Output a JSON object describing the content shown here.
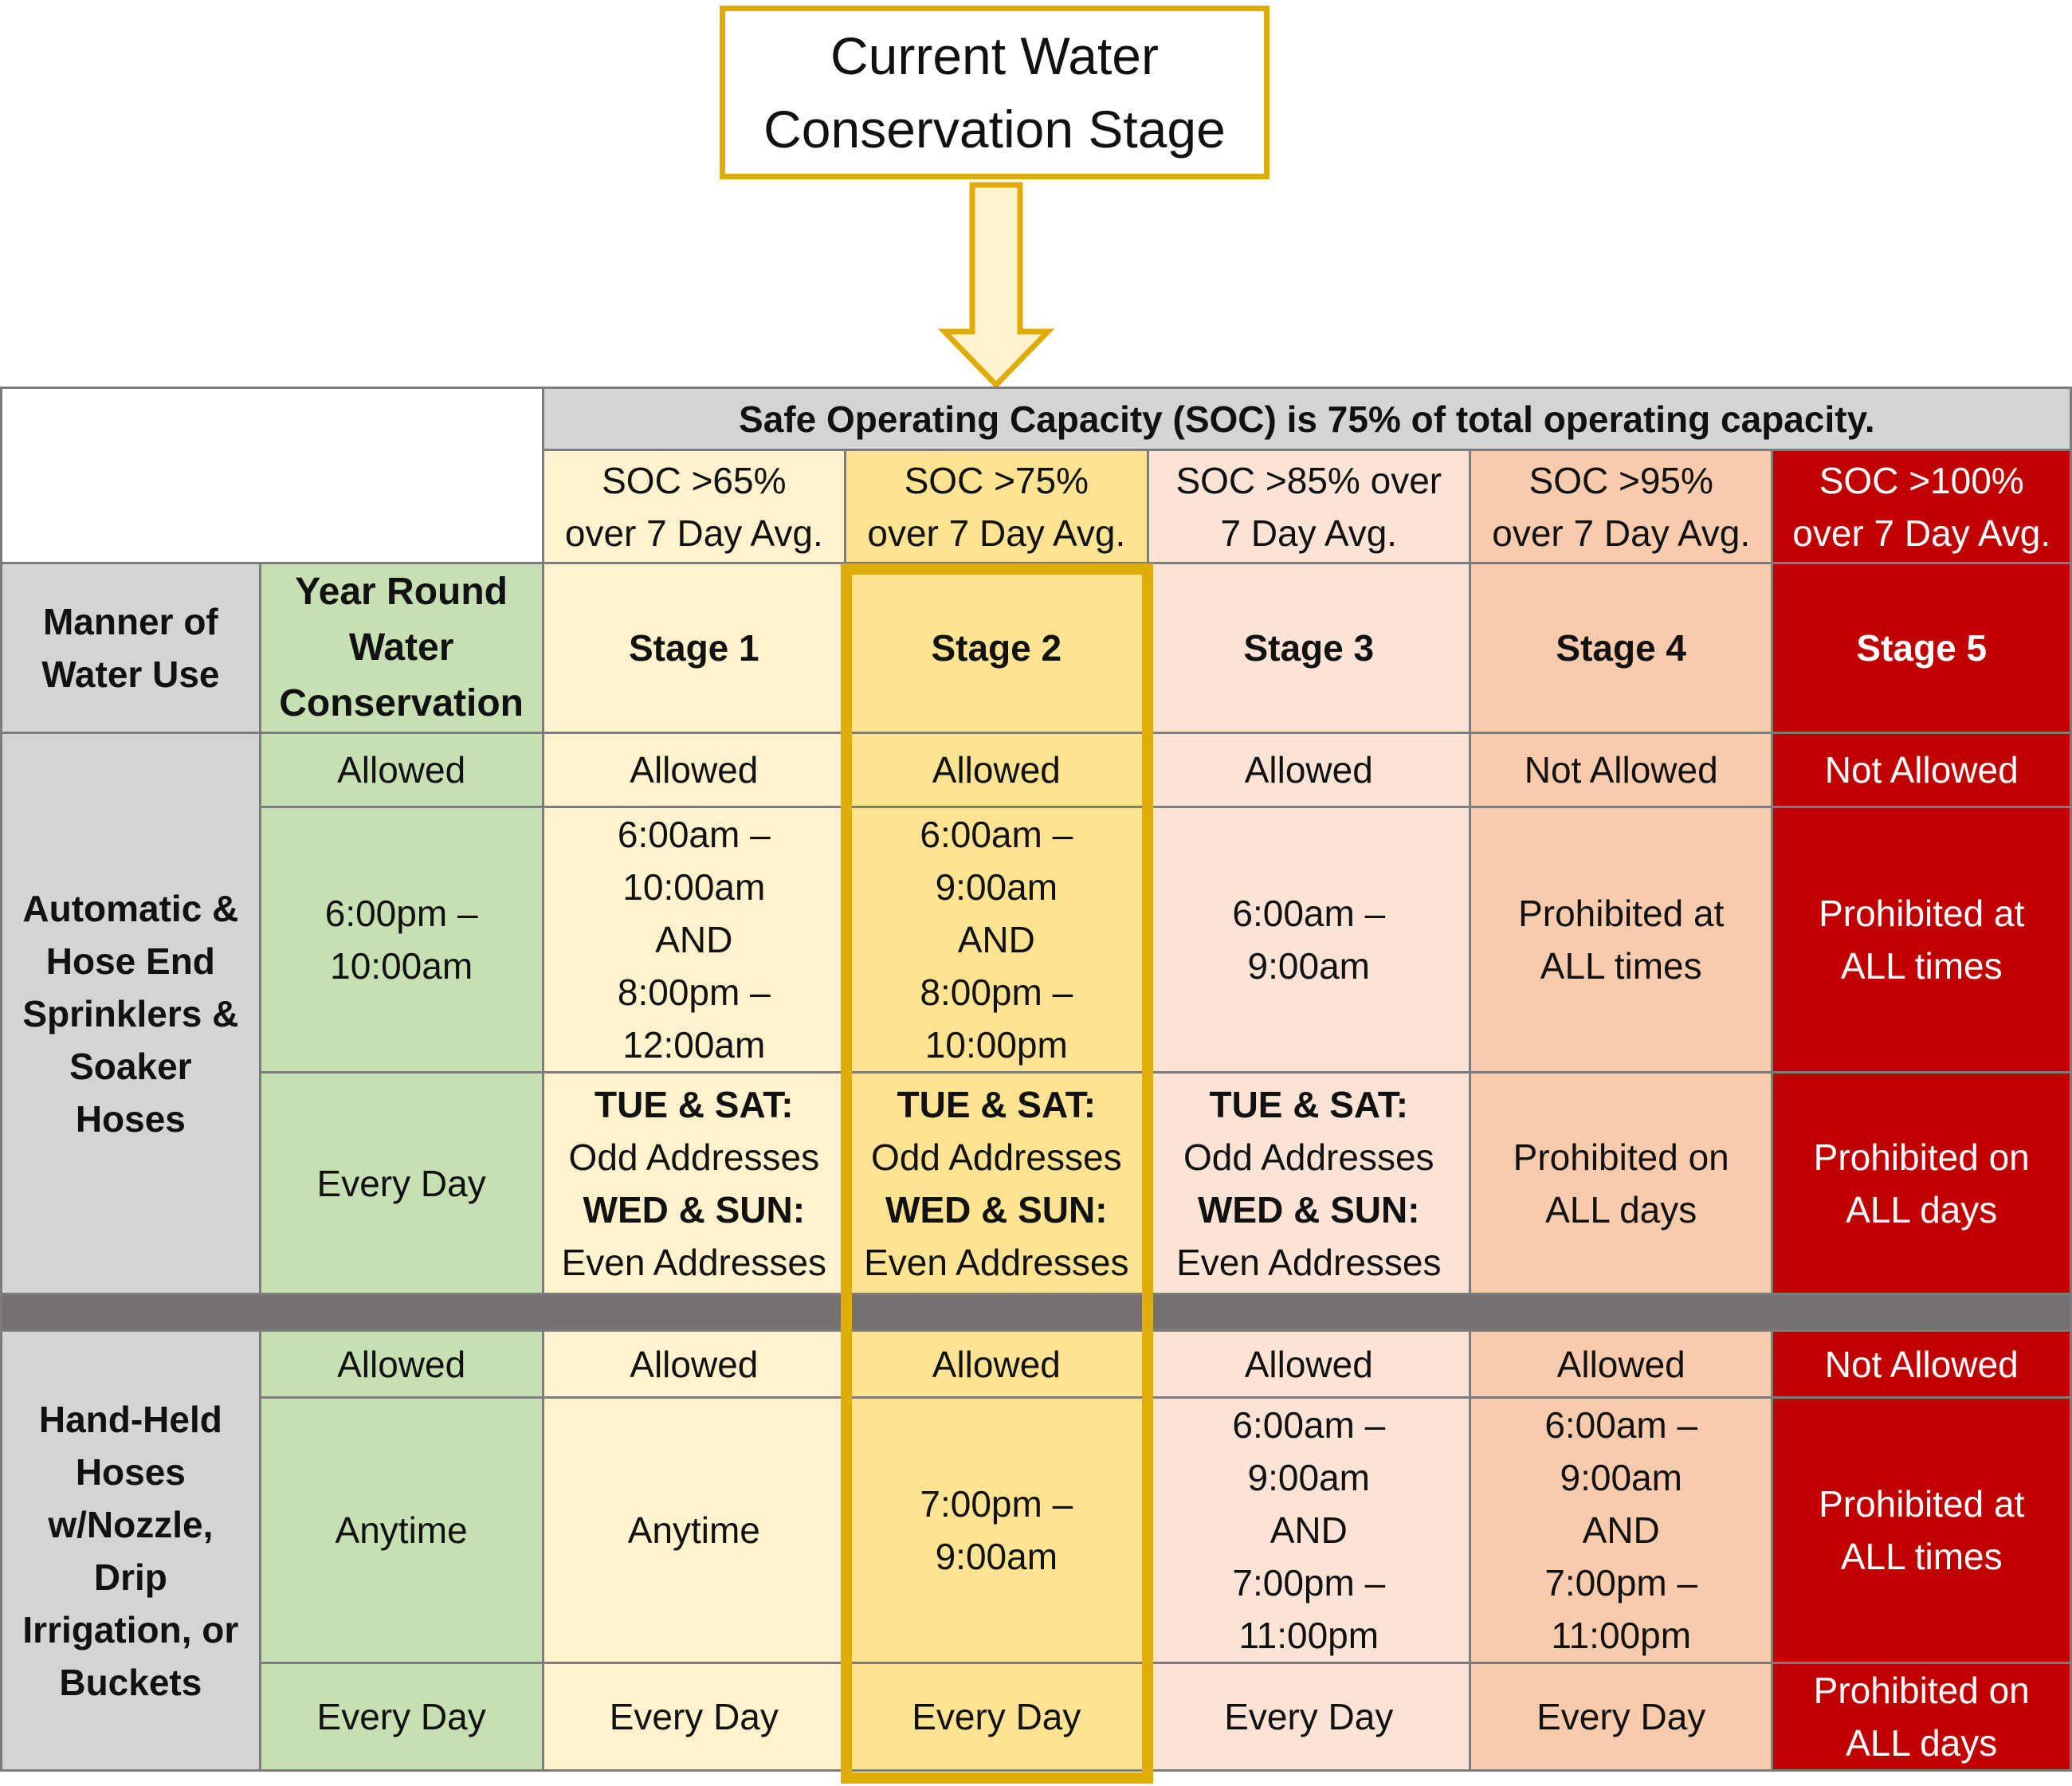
{
  "callout": {
    "line1": "Current Water",
    "line2": "Conservation Stage"
  },
  "header": {
    "soc_note": "Safe Operating Capacity (SOC) is 75% of total operating capacity."
  },
  "thresholds": {
    "s1": {
      "line1": "SOC >65%",
      "line2": "over 7 Day Avg."
    },
    "s2": {
      "line1": "SOC >75%",
      "line2": "over 7 Day Avg."
    },
    "s3": {
      "line1": "SOC >85% over",
      "line2": "7 Day Avg."
    },
    "s4": {
      "line1": "SOC >95%",
      "line2": "over 7 Day Avg."
    },
    "s5": {
      "line1": "SOC >100%",
      "line2": "over 7 Day Avg."
    }
  },
  "columns": {
    "manner": {
      "line1": "Manner of",
      "line2": "Water Use"
    },
    "year_round": {
      "line1": "Year Round",
      "line2": "Water",
      "line3": "Conservation"
    },
    "stages": [
      "Stage 1",
      "Stage 2",
      "Stage 3",
      "Stage 4",
      "Stage 5"
    ]
  },
  "sprinklers": {
    "category": {
      "l1": "Automatic &",
      "l2": "Hose End",
      "l3": "Sprinklers &",
      "l4": "Soaker",
      "l5": "Hoses"
    },
    "allowed": [
      "Allowed",
      "Allowed",
      "Allowed",
      "Allowed",
      "Not Allowed",
      "Not Allowed"
    ],
    "hours": {
      "year": {
        "l1": "6:00pm –",
        "l2": "10:00am"
      },
      "s1": {
        "l1": "6:00am –",
        "l2": "10:00am",
        "l3": "AND",
        "l4": "8:00pm –",
        "l5": "12:00am"
      },
      "s2": {
        "l1": "6:00am –",
        "l2": "9:00am",
        "l3": "AND",
        "l4": "8:00pm –",
        "l5": "10:00pm"
      },
      "s3": {
        "l1": "6:00am –",
        "l2": "9:00am"
      },
      "s4": {
        "l1": "Prohibited at",
        "l2": "ALL times"
      },
      "s5": {
        "l1": "Prohibited at",
        "l2": "ALL times"
      }
    },
    "days": {
      "year": "Every Day",
      "odd_label": "TUE & SAT:",
      "odd_value": "Odd Addresses",
      "even_label": "WED & SUN:",
      "even_value": "Even Addresses",
      "s4": {
        "l1": "Prohibited on",
        "l2": "ALL days"
      },
      "s5": {
        "l1": "Prohibited on",
        "l2": "ALL days"
      }
    }
  },
  "handheld": {
    "category": {
      "l1": "Hand-Held",
      "l2": "Hoses",
      "l3": "w/Nozzle,",
      "l4": "Drip",
      "l5": "Irrigation, or",
      "l6": "Buckets"
    },
    "allowed": [
      "Allowed",
      "Allowed",
      "Allowed",
      "Allowed",
      "Allowed",
      "Not Allowed"
    ],
    "hours": {
      "year": "Anytime",
      "s1": "Anytime",
      "s2": {
        "l1": "7:00pm –",
        "l2": "9:00am"
      },
      "s3": {
        "l1": "6:00am –",
        "l2": "9:00am",
        "l3": "AND",
        "l4": "7:00pm –",
        "l5": "11:00pm"
      },
      "s4": {
        "l1": "6:00am –",
        "l2": "9:00am",
        "l3": "AND",
        "l4": "7:00pm –",
        "l5": "11:00pm"
      },
      "s5": {
        "l1": "Prohibited at",
        "l2": "ALL times"
      }
    },
    "days": [
      "Every Day",
      "Every Day",
      "Every Day",
      "Every Day",
      "Every Day"
    ],
    "days_s5": {
      "l1": "Prohibited on",
      "l2": "ALL days"
    }
  },
  "colors": {
    "year_round": "#c6e0b4",
    "stage1": "#fff2cc",
    "stage2": "#fde392",
    "stage3": "#fbe4d5",
    "stage4": "#f8cbad",
    "stage5": "#c00000",
    "highlight": "#e0ac0a",
    "header_gray": "#d4d4d4"
  }
}
